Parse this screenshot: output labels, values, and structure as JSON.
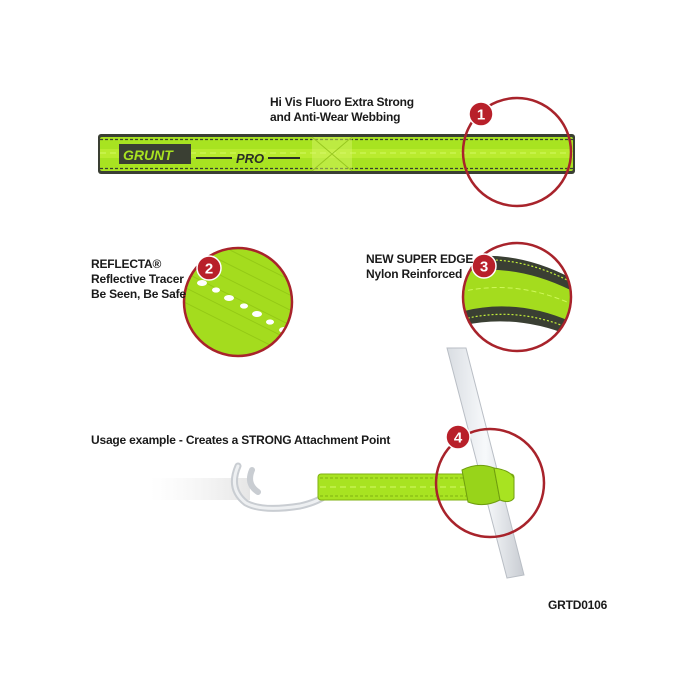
{
  "features": [
    {
      "number": "1",
      "lines": [
        "Hi Vis Fluoro Extra Strong",
        "and Anti-Wear Webbing"
      ]
    },
    {
      "number": "2",
      "lines": [
        "REFLECTA®",
        "Reflective Tracer",
        "Be Seen, Be Safe"
      ]
    },
    {
      "number": "3",
      "lines": [
        "NEW SUPER EDGE",
        "Nylon Reinforced"
      ]
    },
    {
      "number": "4",
      "lines": [
        "Usage example - Creates a STRONG Attachment Point"
      ]
    }
  ],
  "strap": {
    "brand": "GRUNT",
    "model": "PRO"
  },
  "product_code": "GRTD0106",
  "colors": {
    "webbing": "#a8e321",
    "webbing_edge": "#3a3f33",
    "badge": "#b8202a",
    "circle_stroke": "#a8232b",
    "text": "#1a1a1a"
  }
}
